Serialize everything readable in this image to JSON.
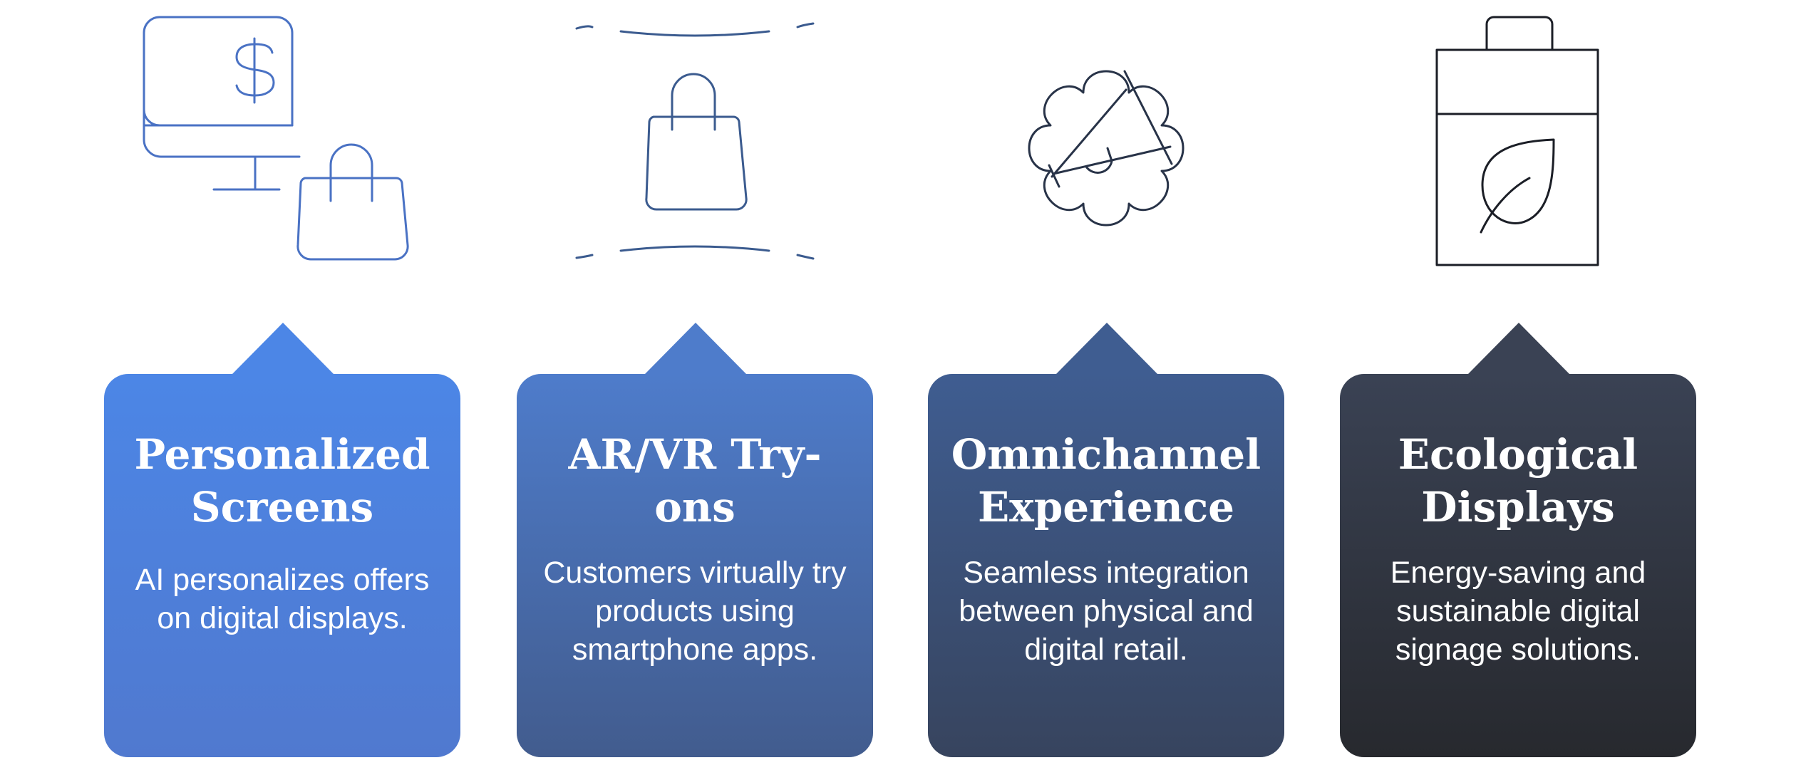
{
  "cards": [
    {
      "title": "Personalized Screens",
      "description": "AI personalizes offers on digital displays.",
      "icon": "monitor-dollar-shopping-bag-icon",
      "icon_color": "#4A72C4",
      "gradient_top": "#4C86E6",
      "gradient_bottom": "#5079CF",
      "pointer_color": "#4C86E6"
    },
    {
      "title": "AR/VR Try-ons",
      "description": "Customers virtually try products using smartphone apps.",
      "icon": "shopping-bag-ar-frame-icon",
      "icon_color": "#3B5B8F",
      "gradient_top": "#4E7CCB",
      "gradient_bottom": "#425C8E",
      "pointer_color": "#4E7CCB"
    },
    {
      "title": "Omnichannel Experience",
      "description": "Seamless integration between physical and digital retail.",
      "icon": "megaphone-badge-icon",
      "icon_color": "#283348",
      "gradient_top": "#3F5D91",
      "gradient_bottom": "#37445E",
      "pointer_color": "#3F5D91"
    },
    {
      "title": "Ecological Displays",
      "description": "Energy-saving and sustainable digital signage solutions.",
      "icon": "eco-battery-leaf-icon",
      "icon_color": "#1B1E26",
      "gradient_top": "#3A4254",
      "gradient_bottom": "#27292E",
      "pointer_color": "#3A4254"
    }
  ]
}
